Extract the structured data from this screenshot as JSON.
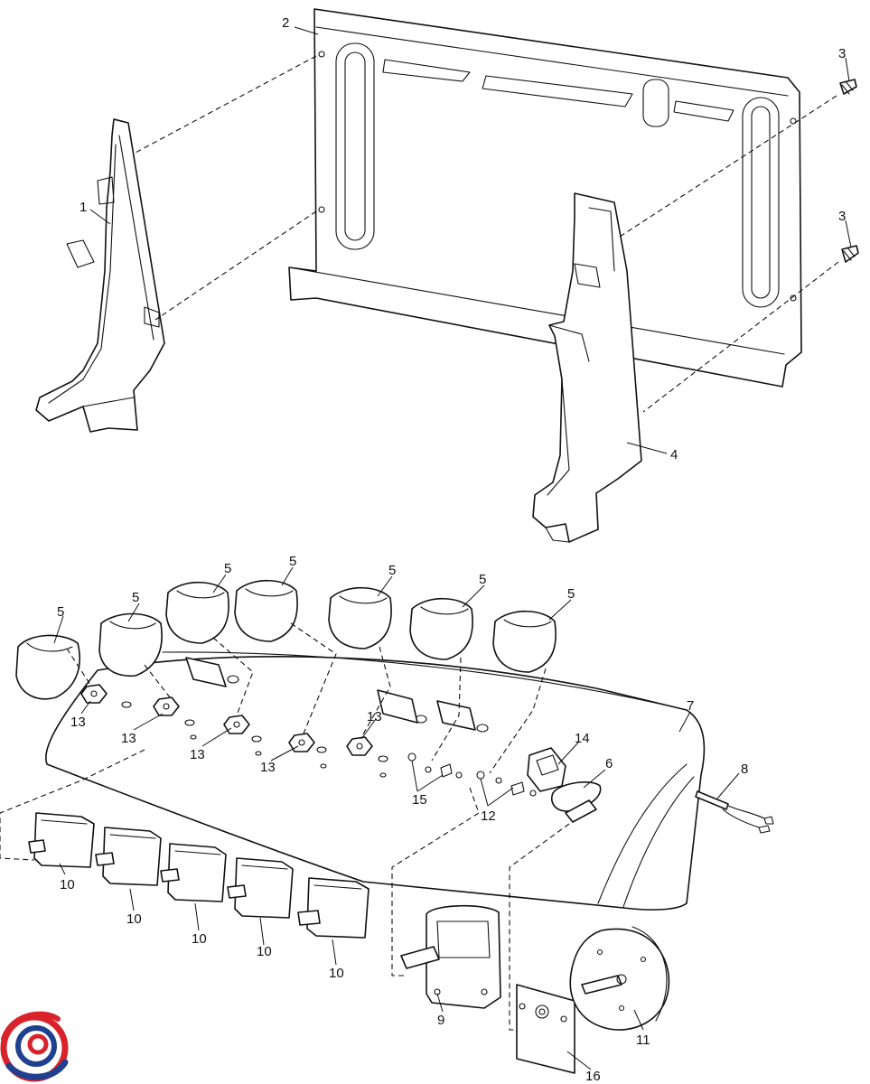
{
  "callouts": {
    "c1": "1",
    "c2": "2",
    "c3a": "3",
    "c3b": "3",
    "c4": "4",
    "c5a": "5",
    "c5b": "5",
    "c5c": "5",
    "c5d": "5",
    "c5e": "5",
    "c5f": "5",
    "c5g": "5",
    "c6": "6",
    "c7": "7",
    "c8": "8",
    "c9": "9",
    "c10a": "10",
    "c10b": "10",
    "c10c": "10",
    "c10d": "10",
    "c10e": "10",
    "c11": "11",
    "c12": "12",
    "c13a": "13",
    "c13b": "13",
    "c13c": "13",
    "c13d": "13",
    "c13e": "13",
    "c14": "14",
    "c15": "15",
    "c16": "16"
  },
  "logo": {
    "icon": "brand-swirl-logo",
    "colors": {
      "red": "#d8232a",
      "blue": "#1f3f8f"
    }
  }
}
